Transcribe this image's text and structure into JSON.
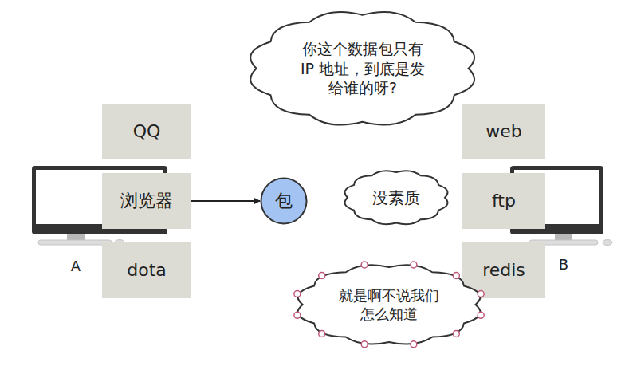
{
  "diagram": {
    "nodes": [
      {
        "text": [
          "QQ"
        ]
      },
      {
        "text": [
          "浏览器"
        ]
      },
      {
        "text": [
          "dota"
        ]
      },
      {
        "text": [
          "包"
        ]
      },
      {
        "text": [
          "你这个数据包只有 IP 地址，到底是发 给谁的呀?"
        ]
      },
      {
        "text": [
          "web"
        ]
      },
      {
        "text": [
          "没素质"
        ]
      },
      {
        "text": [
          "ftp"
        ]
      },
      {
        "text": [
          "redis"
        ]
      },
      {
        "text": [
          "就是啊不说我们 怎么知道"
        ]
      }
    ],
    "edges": [
      {
        "from": 1,
        "to": 3,
        "arrow": "to"
      }
    ],
    "labels": [
      "A",
      "B"
    ]
  }
}
